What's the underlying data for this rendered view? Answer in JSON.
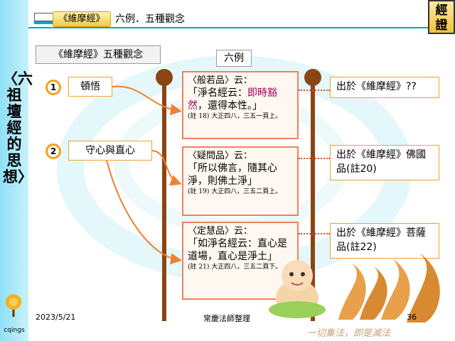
{
  "left_band": {
    "title": "〈六祖壇經的思想〉",
    "logo_text": "cqings"
  },
  "header": {
    "pill": "《維摩經》",
    "subtitle": "六例．五種觀念",
    "corner": "經證"
  },
  "concepts_label": "《維摩經》五種觀念",
  "six_label": "六例",
  "items": [
    {
      "number": "1",
      "text": "頓悟"
    },
    {
      "number": "2",
      "text": "守心與直心"
    }
  ],
  "quotes": [
    {
      "head": "〈般若品〉云：",
      "body_a": "「淨名經云：",
      "body_highlight": "即時豁然",
      "body_b": "，還得本性。」",
      "note": "(註 18) 大正四八，三五一頁上。"
    },
    {
      "head": "〈疑問品〉云：",
      "body_a": "「所以佛言，隨其心淨，則佛土淨」",
      "body_highlight": "",
      "body_b": "",
      "note": "(註 19) 大正四八，三五二頁上。"
    },
    {
      "head": "〈定慧品〉云：",
      "body_a": "「如淨名經云：直心是道場，直心是淨土」",
      "body_highlight": "",
      "body_b": "",
      "note": "(註 21) 大正四八，三五二頁下。"
    }
  ],
  "sources": [
    {
      "text": "出於《維摩經》??"
    },
    {
      "text": "出於《維摩經》佛國品(註20)"
    },
    {
      "text": "出於《維摩經》菩薩品(註22)"
    }
  ],
  "footer": {
    "date": "2023/5/21",
    "author": "常慶法師整理",
    "page": "36",
    "slogan": "一切集法，即是滅法"
  },
  "colors": {
    "accent": "#00a6c8",
    "pole": "#8b4513",
    "quote_border": "#f08060",
    "highlight": "#a0005a",
    "band": "#8fe0f5"
  }
}
